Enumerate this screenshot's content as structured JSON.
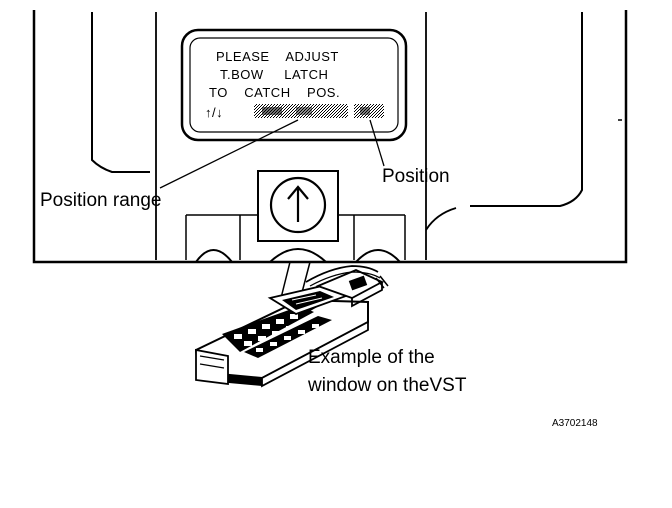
{
  "display": {
    "line1": "PLEASE    ADJUST",
    "line2": "T.BOW     LATCH",
    "line3": "TO    CATCH    POS.",
    "arrows": "↑/↓"
  },
  "labels": {
    "position_range": "Position range",
    "position": "Position",
    "example_line1": "Example of the",
    "example_line2": "window on theVST"
  },
  "figure_code": "A3702148",
  "icons": {
    "up_button": "up-arrow-icon"
  },
  "colors": {
    "ink": "#000000",
    "paper": "#ffffff"
  }
}
